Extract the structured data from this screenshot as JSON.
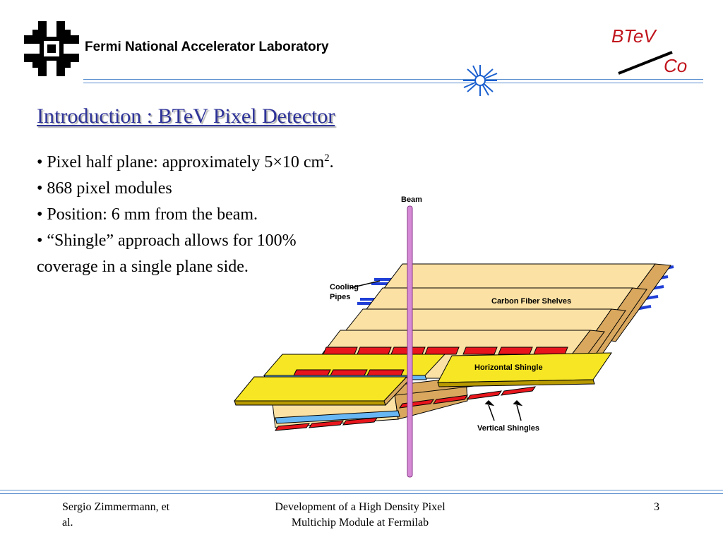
{
  "header": {
    "lab_name": "Fermi National Accelerator Laboratory",
    "btev_logo": {
      "line1": "BTeV",
      "line2": "Co"
    },
    "colors": {
      "rule": "#5a8fcf",
      "title": "#2e3398",
      "logo": "#c0141c"
    }
  },
  "slide": {
    "title": "Introduction : BTeV Pixel Detector",
    "bullets": [
      {
        "text": "Pixel half plane: approximately 5×10 cm",
        "sup": "2",
        "tail": "."
      },
      {
        "text": "868 pixel modules"
      },
      {
        "text": "Position: 6 mm from the beam."
      },
      {
        "text": "“Shingle” approach allows for 100%",
        "continuation": "coverage in a single plane side."
      }
    ]
  },
  "figure": {
    "labels": {
      "beam": "Beam",
      "cooling_pipes_1": "Cooling",
      "cooling_pipes_2": "Pipes",
      "carbon_fiber_shelves": "Carbon Fiber Shelves",
      "horizontal_shingle": "Horizontal Shingle",
      "vertical_shingles": "Vertical Shingles"
    },
    "colors": {
      "shelf": "#fbe1a4",
      "shingle": "#f7e623",
      "chip": "#e8161c",
      "pipe": "#1f3fd6",
      "beam": "#d68ad6",
      "highlight": "#68b7f5"
    }
  },
  "footer": {
    "author_line1": "Sergio Zimmermann, et",
    "author_line2": "al.",
    "title_line1": "Development of a High Density Pixel",
    "title_line2": "Multichip Module at Fermilab",
    "page": "3"
  }
}
